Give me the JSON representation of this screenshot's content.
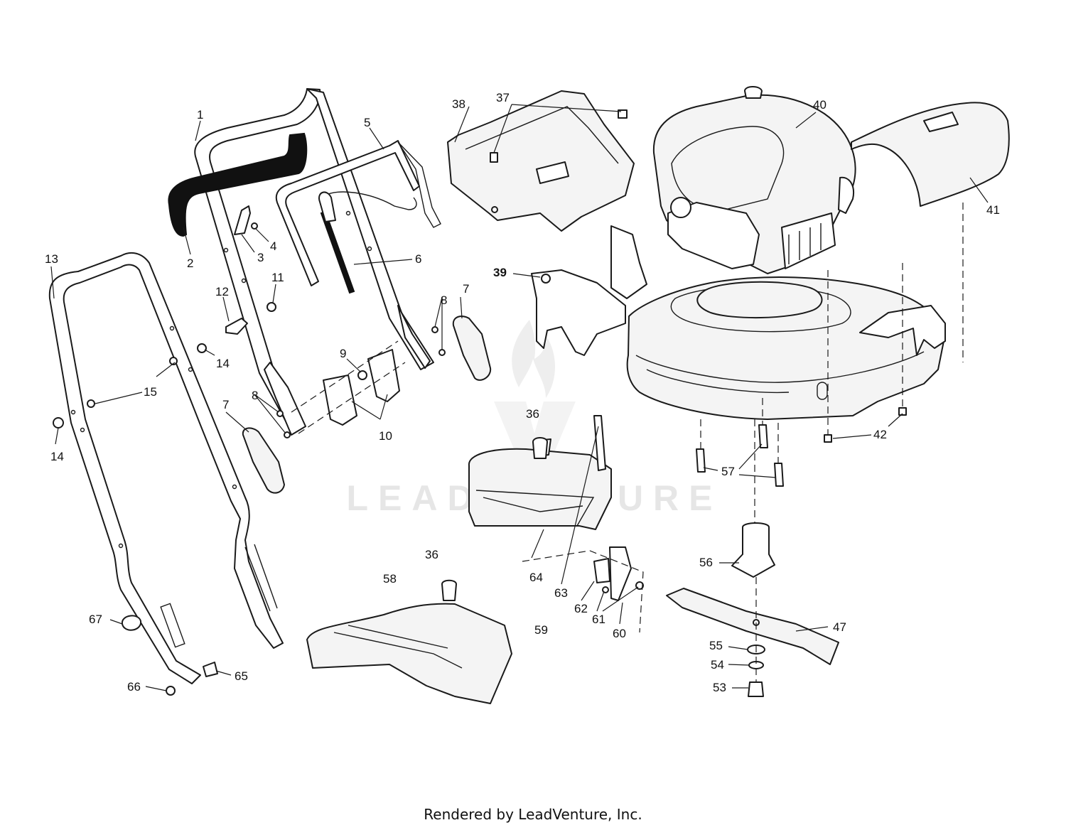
{
  "watermark": {
    "brand": "LEADVENTURE"
  },
  "footer": {
    "text": "Rendered by LeadVenture, Inc."
  },
  "callouts": [
    {
      "id": "c1",
      "label": "1"
    },
    {
      "id": "c2",
      "label": "2"
    },
    {
      "id": "c3",
      "label": "3"
    },
    {
      "id": "c4",
      "label": "4"
    },
    {
      "id": "c5",
      "label": "5"
    },
    {
      "id": "c6",
      "label": "6"
    },
    {
      "id": "c7a",
      "label": "7"
    },
    {
      "id": "c7b",
      "label": "7"
    },
    {
      "id": "c8a",
      "label": "8"
    },
    {
      "id": "c8b",
      "label": "8"
    },
    {
      "id": "c9",
      "label": "9"
    },
    {
      "id": "c10",
      "label": "10"
    },
    {
      "id": "c11",
      "label": "11"
    },
    {
      "id": "c12",
      "label": "12"
    },
    {
      "id": "c13",
      "label": "13"
    },
    {
      "id": "c14a",
      "label": "14"
    },
    {
      "id": "c14b",
      "label": "14"
    },
    {
      "id": "c15",
      "label": "15"
    },
    {
      "id": "c36a",
      "label": "36"
    },
    {
      "id": "c36b",
      "label": "36"
    },
    {
      "id": "c37",
      "label": "37"
    },
    {
      "id": "c38",
      "label": "38"
    },
    {
      "id": "c39",
      "label": "39"
    },
    {
      "id": "c40",
      "label": "40"
    },
    {
      "id": "c41",
      "label": "41"
    },
    {
      "id": "c42",
      "label": "42"
    },
    {
      "id": "c47",
      "label": "47"
    },
    {
      "id": "c53",
      "label": "53"
    },
    {
      "id": "c54",
      "label": "54"
    },
    {
      "id": "c55",
      "label": "55"
    },
    {
      "id": "c56",
      "label": "56"
    },
    {
      "id": "c57",
      "label": "57"
    },
    {
      "id": "c58",
      "label": "58"
    },
    {
      "id": "c59",
      "label": "59"
    },
    {
      "id": "c60",
      "label": "60"
    },
    {
      "id": "c61",
      "label": "61"
    },
    {
      "id": "c62",
      "label": "62"
    },
    {
      "id": "c63",
      "label": "63"
    },
    {
      "id": "c64",
      "label": "64"
    },
    {
      "id": "c65",
      "label": "65"
    },
    {
      "id": "c66",
      "label": "66"
    },
    {
      "id": "c67",
      "label": "67"
    }
  ]
}
